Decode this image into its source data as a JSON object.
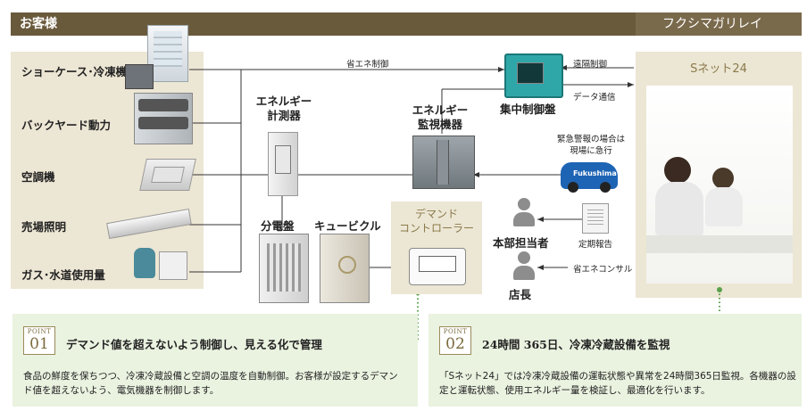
{
  "header": {
    "customer_label": "お客様",
    "provider_label": "フクシマガリレイ"
  },
  "devices": [
    {
      "label": "ショーケース･冷凍機"
    },
    {
      "label": "バックヤード動力"
    },
    {
      "label": "空調機"
    },
    {
      "label": "売場照明"
    },
    {
      "label": "ガス･水道使用量"
    }
  ],
  "diagram": {
    "energy_meter": "エネルギー\n計測器",
    "energy_monitor": "エネルギー\n監視機器",
    "central_panel": "集中制御盤",
    "distribution_board": "分電盤",
    "cubicle": "キュービクル",
    "demand_controller": "デマンド\nコントローラー",
    "energy_saving_control": "省エネ制御",
    "remote_control": "遠隔制御",
    "data_comm": "データ通信",
    "emergency": "緊急警報の場合は\n現場に急行",
    "car_brand": "Fukushima",
    "hq_staff": "本部担当者",
    "regular_report": "定期報告",
    "store_manager": "店長",
    "energy_consult": "省エネコンサル",
    "snet": "Sネット24"
  },
  "points": [
    {
      "badge_word": "POINT",
      "number": "01",
      "title": "デマンド値を超えないよう制御し、見える化で管理",
      "description": "食品の鮮度を保ちつつ、冷凍冷蔵設備と空調の温度を自動制御。お客様が設定するデマンド値を超えないよう、電気機器を制御します。"
    },
    {
      "badge_word": "POINT",
      "number": "02",
      "title": "24時間 365日、冷凍冷蔵設備を監視",
      "description": "「Sネット24」では冷凍冷蔵設備の運転状態や異常を24時間365日監視。各機器の設定と運転状態、使用エネルギー量を検証し、最適化を行います。"
    }
  ],
  "colors": {
    "header_bar": "#6a5a3c",
    "panel_bg": "#ece6d4",
    "point_bg": "#eaf2e0",
    "dotted_green": "#5aa04a",
    "snet_text": "#8a7a4a"
  }
}
